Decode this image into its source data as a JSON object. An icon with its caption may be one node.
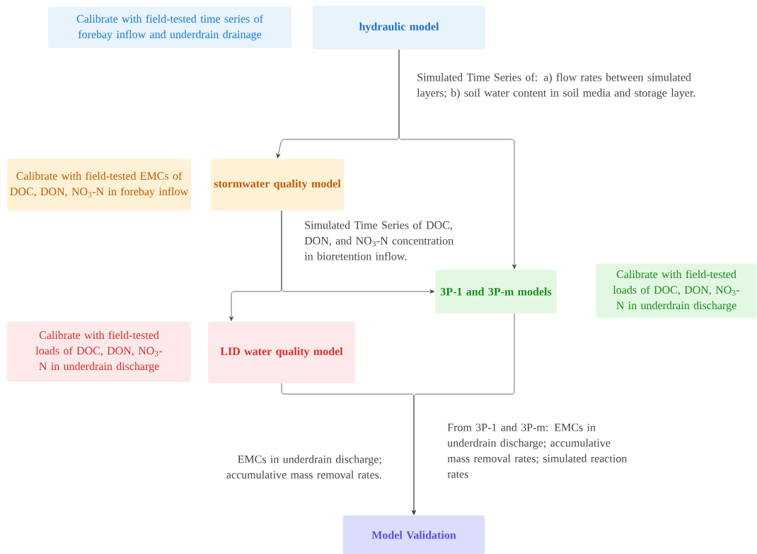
{
  "diagram": {
    "nodes": [
      {
        "text": [
          "Calibrate with field-tested time series of forebay inflow and underdrain drainage"
        ]
      },
      {
        "text": [
          "hydraulic model"
        ]
      },
      {
        "text": [
          "Calibrate with field-tested EMCs of DOC, DON, NO$_{3}$-N in forebay inflow"
        ]
      },
      {
        "text": [
          "stormwater quality model"
        ]
      },
      {
        "text": [
          "3P-1 and 3P-m models"
        ]
      },
      {
        "text": [
          "Calibrate with field-tested loads of DOC, DON, NO$_{3}$-N in underdrain discharge"
        ]
      },
      {
        "text": [
          "Calibrate with field-tested loads of DOC, DON, NO$_{3}$-N in underdrain discharge"
        ]
      },
      {
        "text": [
          "LID water quality model"
        ]
      },
      {
        "text": [
          "Model Validation"
        ]
      }
    ],
    "edges": [
      {
        "from": 1,
        "to": 3,
        "arrow": "to",
        "label": "Simulated Time Series of: a) flow rates between simulated layers; b) soil water content in soil media and storage layer."
      },
      {
        "from": 1,
        "to": 4,
        "arrow": "to"
      },
      {
        "from": 3,
        "to": 7,
        "arrow": "to"
      },
      {
        "from": 3,
        "to": 4,
        "arrow": "to",
        "label": "Simulated Time Series of DOC, DON, and NO$_{3}$-N concentration in bioretention inflow."
      },
      {
        "from": 7,
        "to": 8,
        "arrow": "to",
        "label": "EMCs in underdrain discharge; accumulative mass removal rates."
      },
      {
        "from": 4,
        "to": 8,
        "arrow": "to",
        "label": "From 3P-1 and 3P-m: EMCs in underdrain discharge; accumulative mass removal rates; simulated reaction rates"
      }
    ]
  }
}
